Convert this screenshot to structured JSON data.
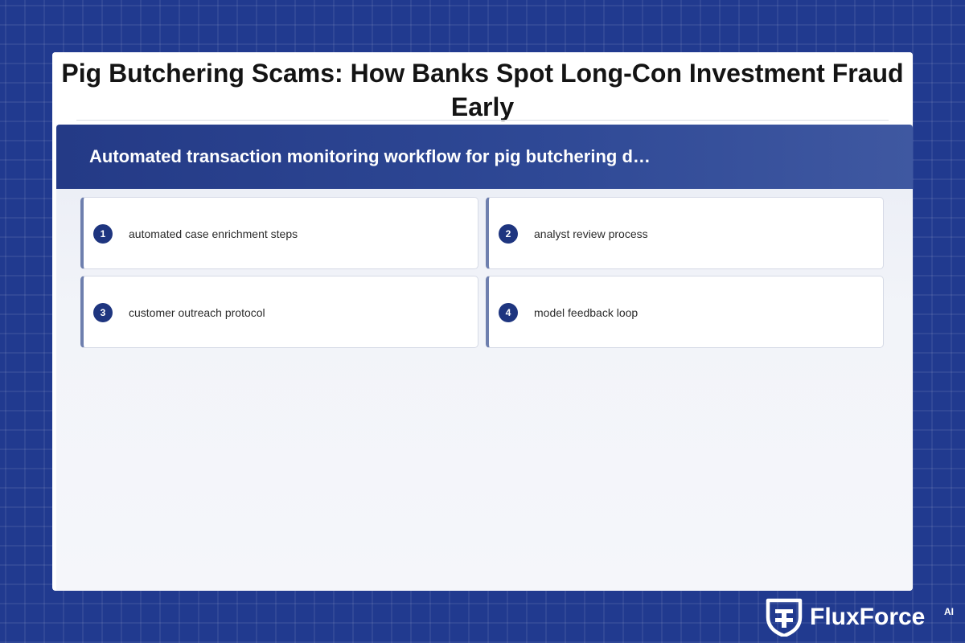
{
  "page": {
    "title": "Pig Butchering Scams: How Banks Spot Long-Con Investment Fraud Early"
  },
  "section": {
    "title": "Automated transaction monitoring workflow for pig butchering d…"
  },
  "steps": [
    {
      "number": "1",
      "label": "automated case enrichment steps"
    },
    {
      "number": "2",
      "label": "analyst review process"
    },
    {
      "number": "3",
      "label": "customer outreach protocol"
    },
    {
      "number": "4",
      "label": "model feedback loop"
    }
  ],
  "brand": {
    "name": "FluxForce",
    "superscript": "AI",
    "logo_icon": "shield-icon"
  },
  "colors": {
    "background": "#213a8f",
    "header_gradient_start": "#243a86",
    "header_gradient_end": "#3f58a1",
    "step_badge": "#1e357f",
    "step_accent": "#6e7fae"
  }
}
